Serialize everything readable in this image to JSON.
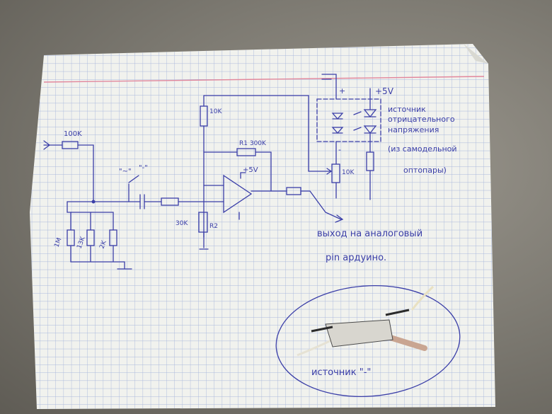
{
  "labels": {
    "r_100k": "100K",
    "r_10k_top": "10K",
    "r_300k": "R1 300K",
    "plus5v_opamp": "+5V",
    "r_30k": "30K",
    "r_r2": "R2",
    "r_1m": "1M",
    "r_13k": "13K",
    "r_2k": "2K",
    "switch_tilde": "\"~\"",
    "switch_minus": "\"-\"",
    "pot_10k": "10K",
    "plus_sign": "+",
    "minus_sign": "-",
    "plus5v_source": "+5V",
    "note_source_1": "источник",
    "note_source_2": "отрицательного",
    "note_source_3": "напряжения",
    "note_source_4": "(из самодельной",
    "note_source_5": "оптопары)",
    "output_note_1": "выход на аналоговый",
    "output_note_2": "pin ардуино.",
    "photo_caption": "источник \"-\""
  },
  "colors": {
    "ink": "#3a3ea8",
    "grid": "#a9b7dc",
    "margin_line": "#e2879c",
    "paper": "#f1f2ee"
  }
}
